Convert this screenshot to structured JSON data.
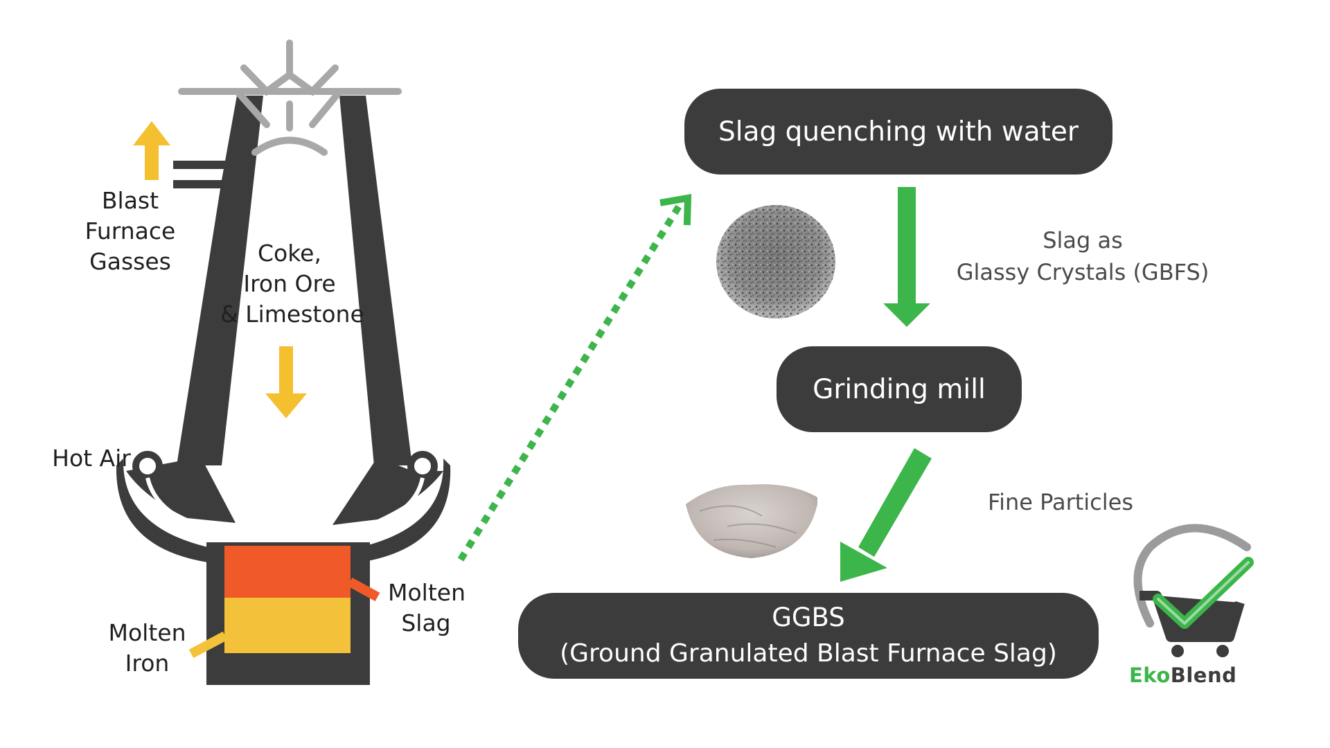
{
  "furnace": {
    "gasses_label": [
      "Blast",
      "Furnace",
      "Gasses"
    ],
    "charge_label": [
      "Coke,",
      "Iron Ore",
      "& Limestone"
    ],
    "hot_air_label": "Hot Air",
    "slag_label": [
      "Molten",
      "Slag"
    ],
    "iron_label": [
      "Molten",
      "Iron"
    ]
  },
  "process": {
    "step1": "Slag quenching with water",
    "step1_note": [
      "Slag as",
      "Glassy Crystals (GBFS)"
    ],
    "step2": "Grinding mill",
    "step2_note": "Fine Particles",
    "product": [
      "GGBS",
      "(Ground Granulated Blast Furnace Slag)"
    ]
  },
  "logo": {
    "part1": "Eko",
    "part2": "Blend"
  },
  "colors": {
    "dark": "#3c3c3c",
    "arrow_yellow": "#f4c030",
    "slag_orange": "#f05a28",
    "iron_yellow": "#f4c23a",
    "green": "#3cb54a",
    "distributor_gray": "#a8a8a8"
  }
}
